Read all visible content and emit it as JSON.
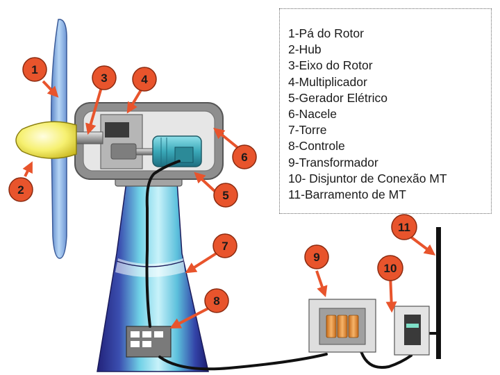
{
  "legend": {
    "items": [
      "1-Pá do Rotor",
      "2-Hub",
      "3-Eixo do Rotor",
      "4-Multiplicador",
      "5-Gerador Elétrico",
      "6-Nacele",
      "7-Torre",
      "8-Controle",
      "9-Transformador",
      "10- Disjuntor de Conexão MT",
      "11-Barramento de MT"
    ]
  },
  "callouts": [
    "1",
    "2",
    "3",
    "4",
    "5",
    "6",
    "7",
    "8",
    "9",
    "10",
    "11"
  ],
  "colors": {
    "callout_fill": "#e8542c",
    "arrow": "#e8542c",
    "tower_dark": "#2a2a8a",
    "tower_light": "#7fd8ea",
    "blade": "#9cc2ee",
    "hub": "#f4ec5a",
    "nacelle": "#8a8a8a",
    "generator": "#3aa8b8",
    "transformer_coil": "#e8943c",
    "cable": "#111111"
  }
}
